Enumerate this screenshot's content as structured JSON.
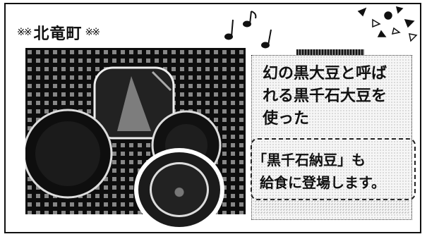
{
  "header": {
    "decoration_left": "※※",
    "title": "北竜町",
    "decoration_right": "※※"
  },
  "caption": {
    "line1": "幻の黒大豆と呼ば",
    "line2": "れる黒千石大豆を",
    "line3": "使った"
  },
  "highlight": {
    "line1": "「黒千石納豆」も",
    "line2": "給食に登場します。"
  },
  "icons": {
    "notes": "music-notes-icon",
    "confetti": "confetti-icon"
  }
}
